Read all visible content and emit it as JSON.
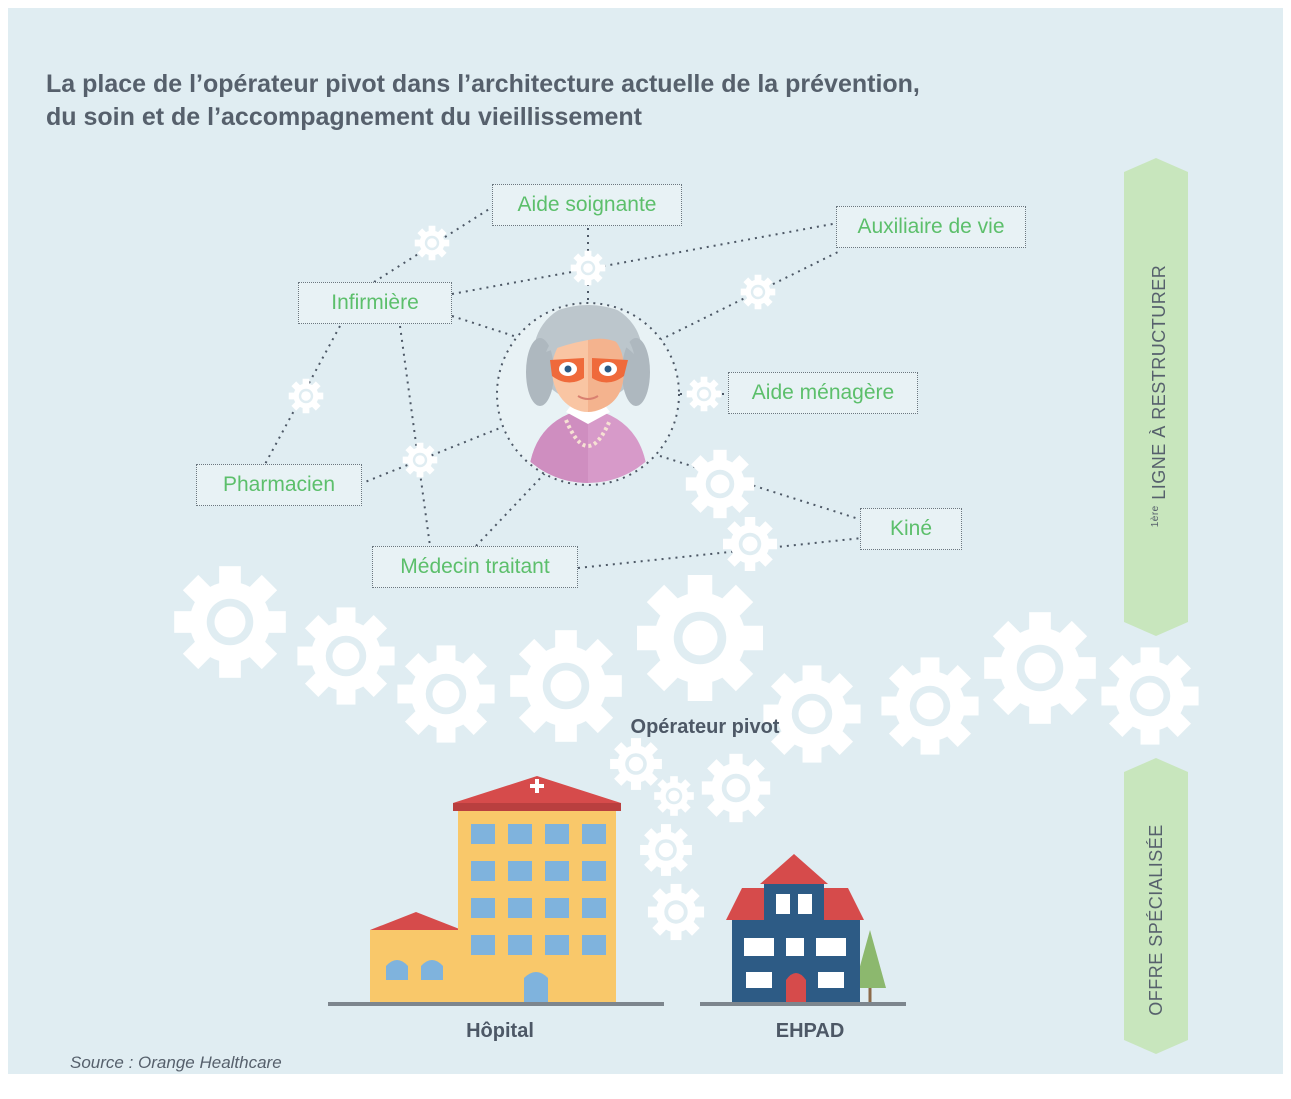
{
  "title": {
    "line1": "La place de l’opérateur pivot dans l’architecture actuelle de la prévention,",
    "line2": "du soin et de l’accompagnement du vieillissement"
  },
  "nodes": {
    "aide_soignante": "Aide soignante",
    "auxiliaire_de_vie": "Auxiliaire de vie",
    "infirmiere": "Infirmière",
    "aide_menagere": "Aide ménagère",
    "pharmacien": "Pharmacien",
    "kine": "Kiné",
    "medecin_traitant": "Médecin traitant"
  },
  "central_label": "Opérateur pivot",
  "buildings": {
    "hopital": "Hôpital",
    "ehpad": "EHPAD"
  },
  "side": {
    "top_sup": "1ère",
    "top_text": " LIGNE À RESTRUCTURER",
    "bottom_text": "OFFRE  SPÉCIALISÉE"
  },
  "source": "Source : Orange Healthcare",
  "colors": {
    "background": "#e0edf2",
    "node_text": "#5cbf6b",
    "side_band": "#c8e6bd",
    "gear": "#ffffff",
    "hospital_body": "#f9c86a",
    "hospital_roof": "#d64b4b",
    "ehpad_body": "#2d5b85"
  }
}
